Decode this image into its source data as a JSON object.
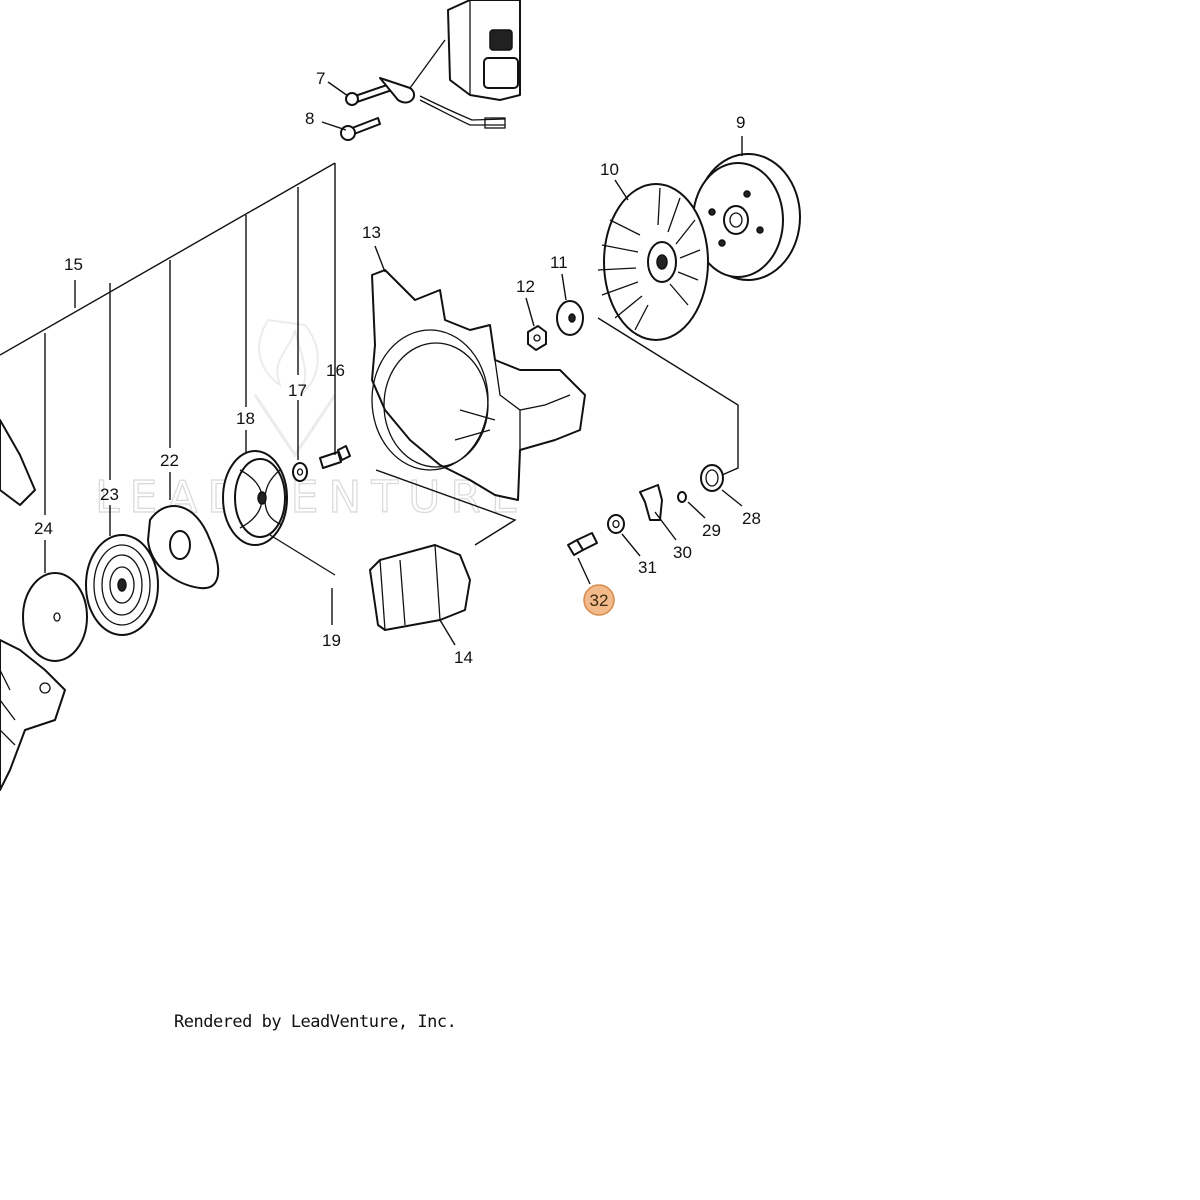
{
  "diagram": {
    "credit": "Rendered by LeadVenture, Inc.",
    "watermark": "LEADVENTURE",
    "highlight_color": "#f2b98a",
    "highlight_stroke": "#d88a4a",
    "callouts": {
      "c7": "7",
      "c8": "8",
      "c9": "9",
      "c10": "10",
      "c11": "11",
      "c12": "12",
      "c13": "13",
      "c14": "14",
      "c15": "15",
      "c16": "16",
      "c17": "17",
      "c18": "18",
      "c19": "19",
      "c22": "22",
      "c23": "23",
      "c24": "24",
      "c28": "28",
      "c29": "29",
      "c30": "30",
      "c31": "31",
      "c32": "32"
    },
    "selected_callout": "32"
  }
}
